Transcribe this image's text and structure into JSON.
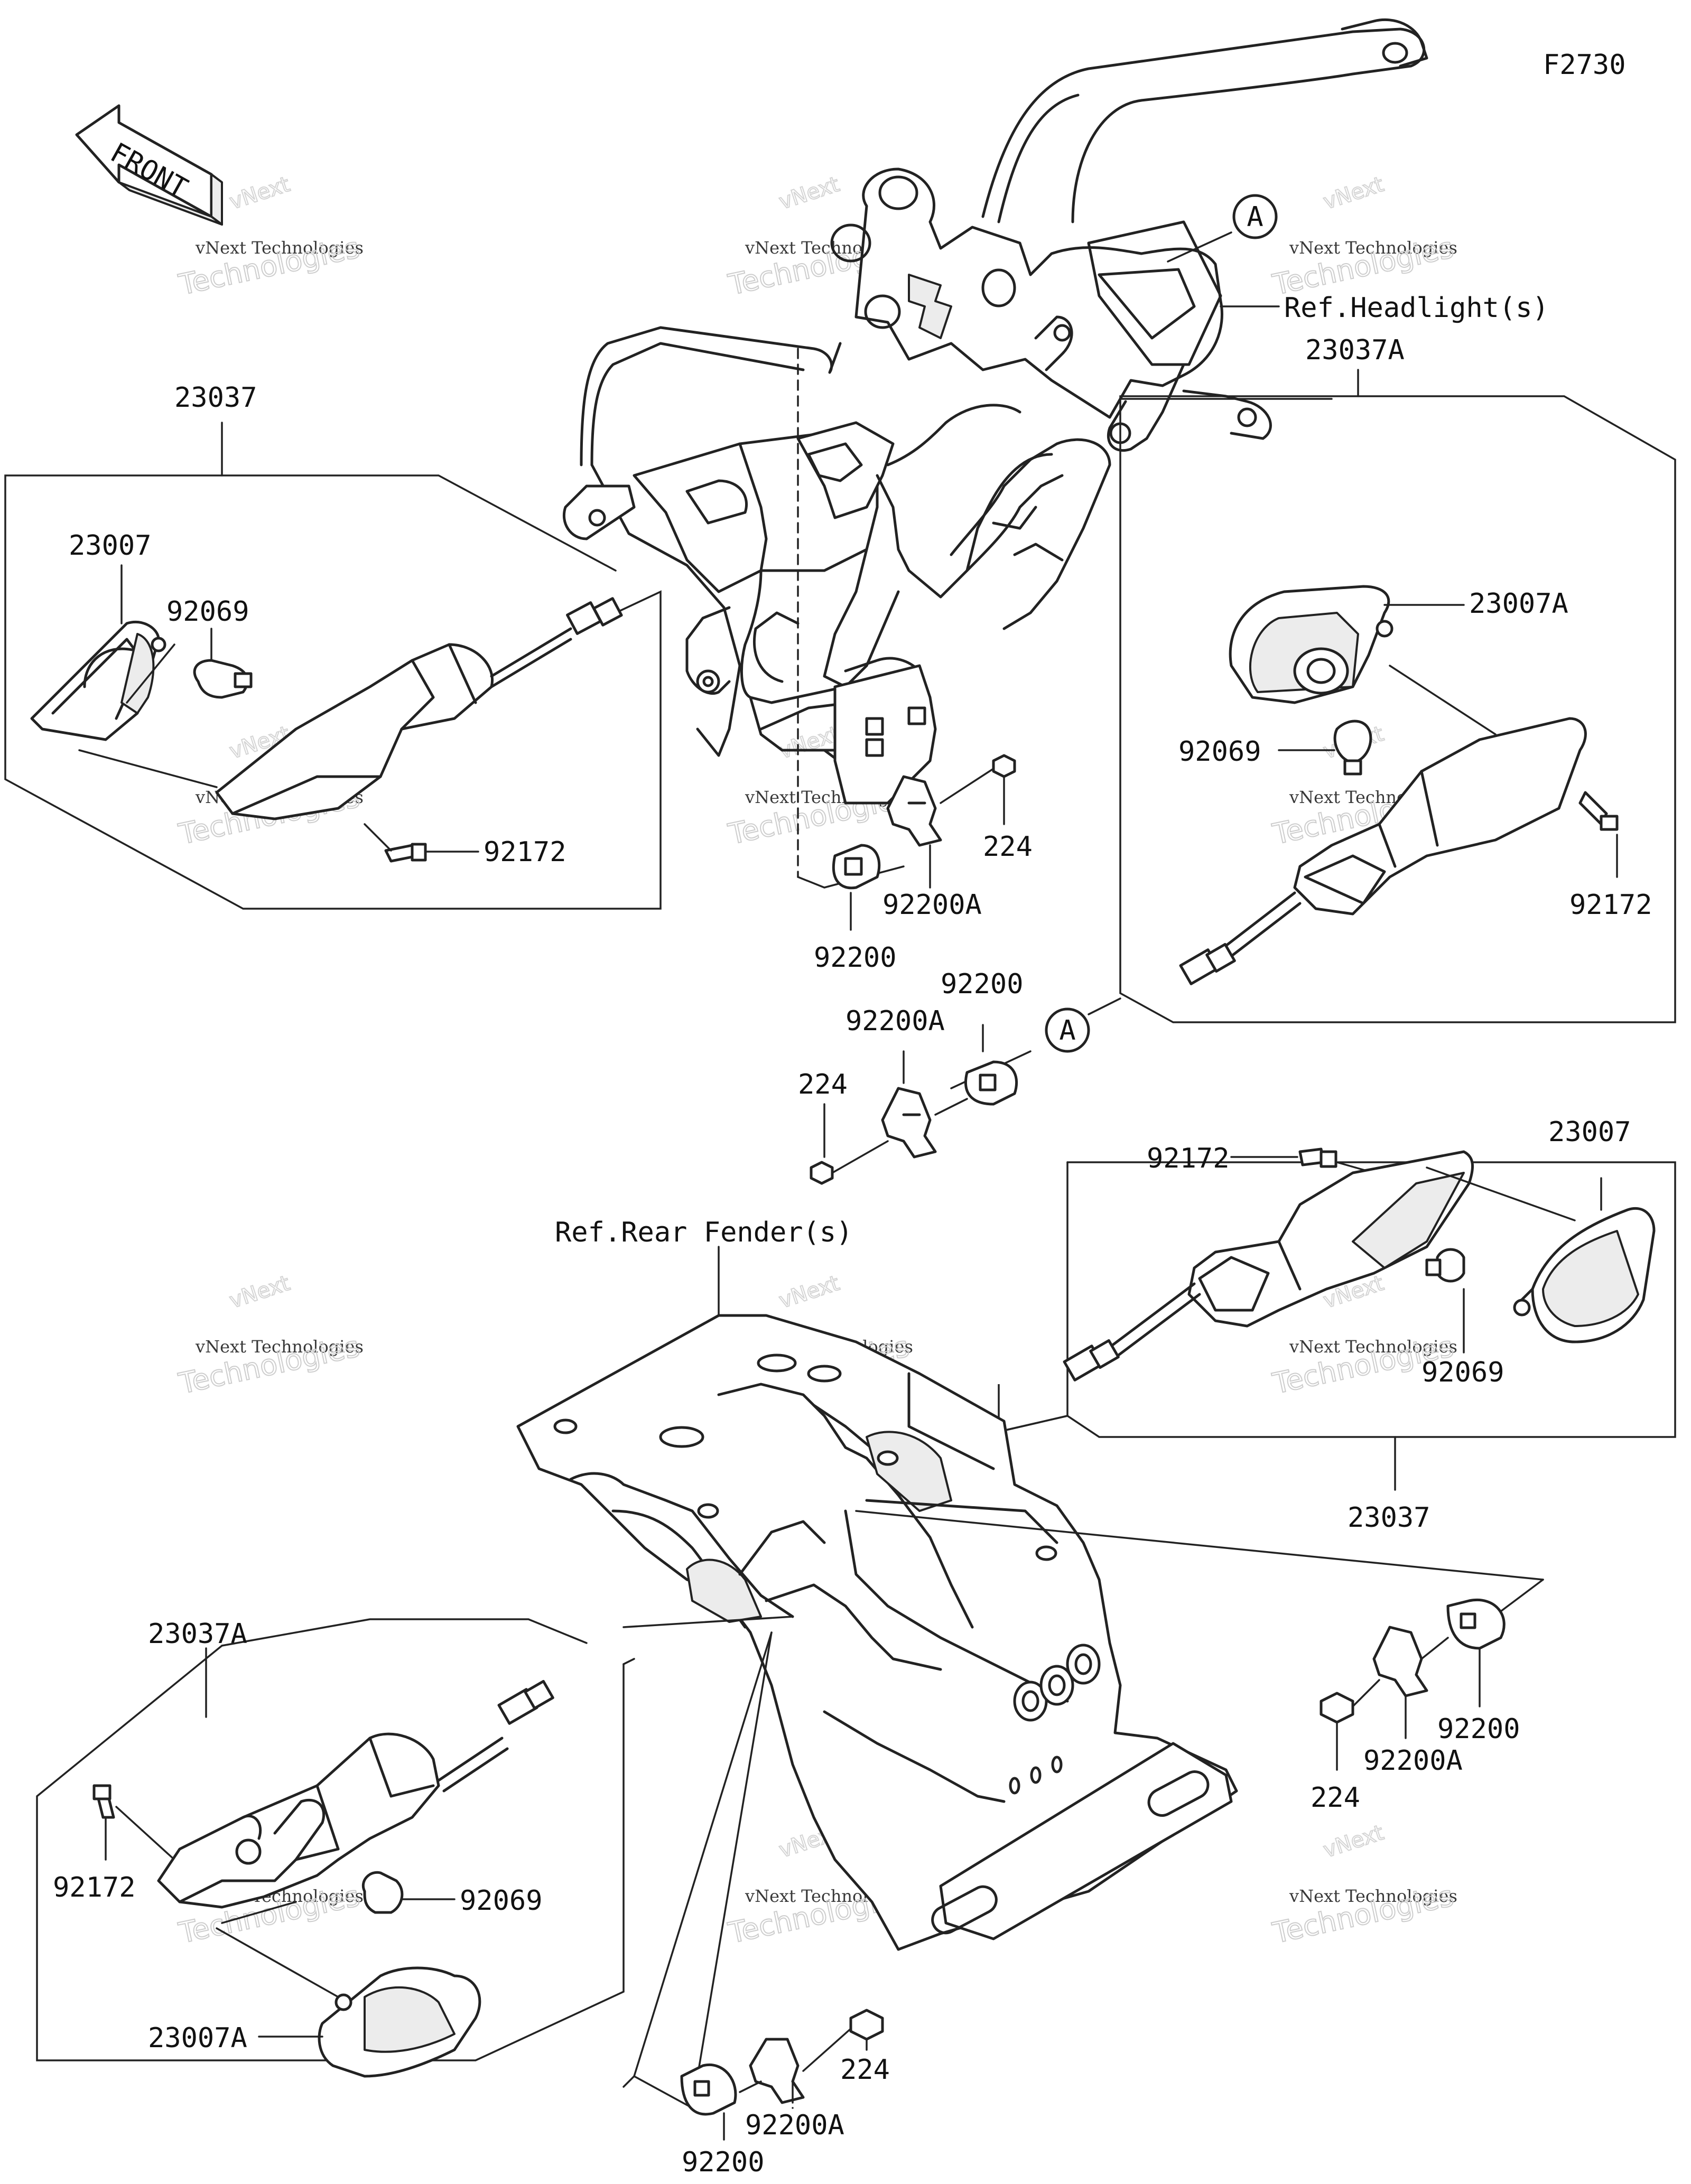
{
  "diagram_code": "F2730",
  "front_arrow_text": "FRONT",
  "references": {
    "headlight": "Ref.Headlight(s)",
    "rear_fender": "Ref.Rear Fender(s)"
  },
  "connector_marker": "A",
  "watermark": {
    "line1": "vNext",
    "line2": "vNext Technologies",
    "line3": "Technologies"
  },
  "callouts": {
    "front_left": {
      "group": "23037",
      "lens": "23007",
      "bulb": "92069",
      "screw": "92172"
    },
    "front_right": {
      "group": "23037A",
      "lens": "23007A",
      "bulb": "92069",
      "screw": "92172"
    },
    "front_bracket": {
      "plate": "92200",
      "clip": "92200A",
      "bolt": "224"
    },
    "center_bracket": {
      "plate": "92200",
      "clip": "92200A",
      "bolt": "224"
    },
    "rear_right": {
      "group": "23037",
      "lens": "23007",
      "bulb": "92069",
      "screw": "92172"
    },
    "rear_right_bracket": {
      "plate": "92200",
      "clip": "92200A",
      "bolt": "224"
    },
    "rear_left": {
      "group": "23037A",
      "lens": "23007A",
      "bulb": "92069",
      "screw": "92172"
    },
    "rear_left_bracket": {
      "plate": "92200",
      "clip": "92200A",
      "bolt": "224"
    }
  }
}
